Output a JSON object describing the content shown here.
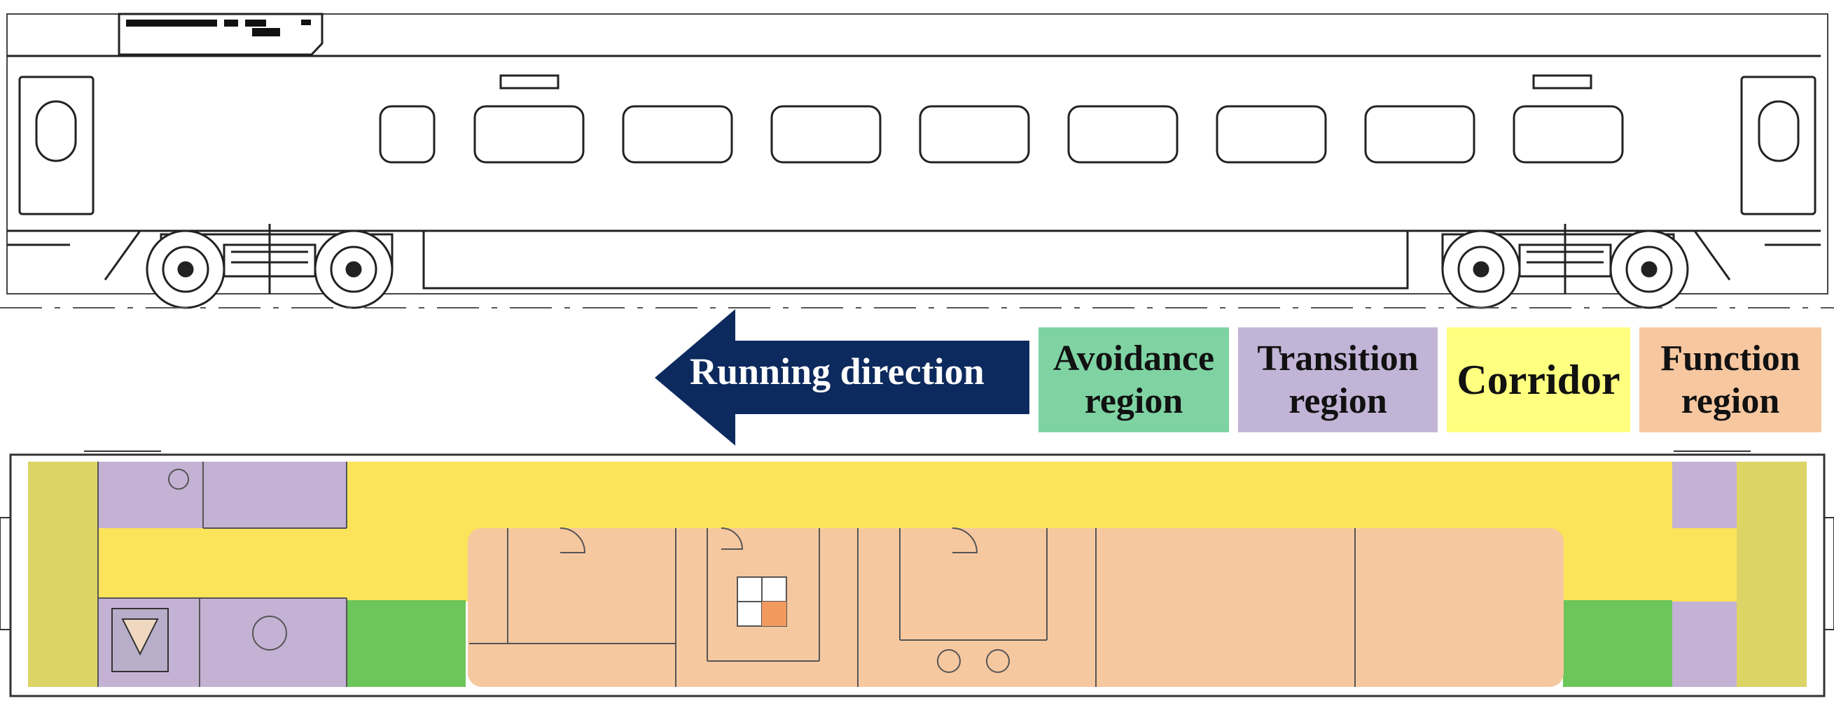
{
  "arrow": {
    "label": "Running direction",
    "color": "#0d2a5e"
  },
  "legend": [
    {
      "key": "avoidance",
      "line1": "Avoidance",
      "line2": "region",
      "color": "#7fd3a3"
    },
    {
      "key": "transition",
      "line1": "Transition",
      "line2": "region",
      "color": "#c2b4d6"
    },
    {
      "key": "corridor",
      "line1": "Corridor",
      "line2": "",
      "color": "#ffff80"
    },
    {
      "key": "function",
      "line1": "Function",
      "line2": "region",
      "color": "#f7c7a0"
    }
  ],
  "plan_colors": {
    "corridor": "#fbe35a",
    "transition": "#c4b2d5",
    "avoidance": "#6cc65a",
    "function": "#f6c8a0",
    "end_zone": "#ddd466"
  },
  "side_view": {
    "windows": 9,
    "bogies": 2
  }
}
